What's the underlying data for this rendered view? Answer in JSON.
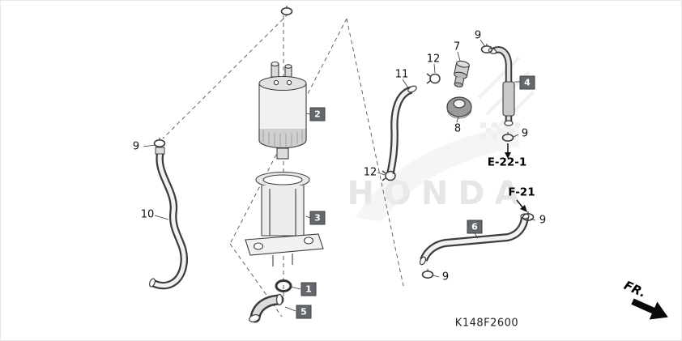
{
  "diagram": {
    "watermark": "HONDA",
    "part_code": "K148F2600",
    "direction_indicator": "FR.",
    "references": {
      "e221": "E-22-1",
      "f21": "F-21"
    },
    "callouts": {
      "c1": "1",
      "c2": "2",
      "c3": "3",
      "c4": "4",
      "c5": "5",
      "c6": "6",
      "c7": "7",
      "c8": "8",
      "c9_left": "9",
      "c9_topright": "9",
      "c9_e221": "9",
      "c9_f21": "9",
      "c9_bottom": "9",
      "c10": "10",
      "c11": "11",
      "c12_top": "12",
      "c12_mid": "12"
    },
    "boxed_callouts": [
      "1",
      "2",
      "3",
      "4",
      "5",
      "6"
    ],
    "colors": {
      "callout_box_bg": "#64676b",
      "line_art": "#3d3d3d",
      "watermark": "#d7d7d7"
    }
  }
}
